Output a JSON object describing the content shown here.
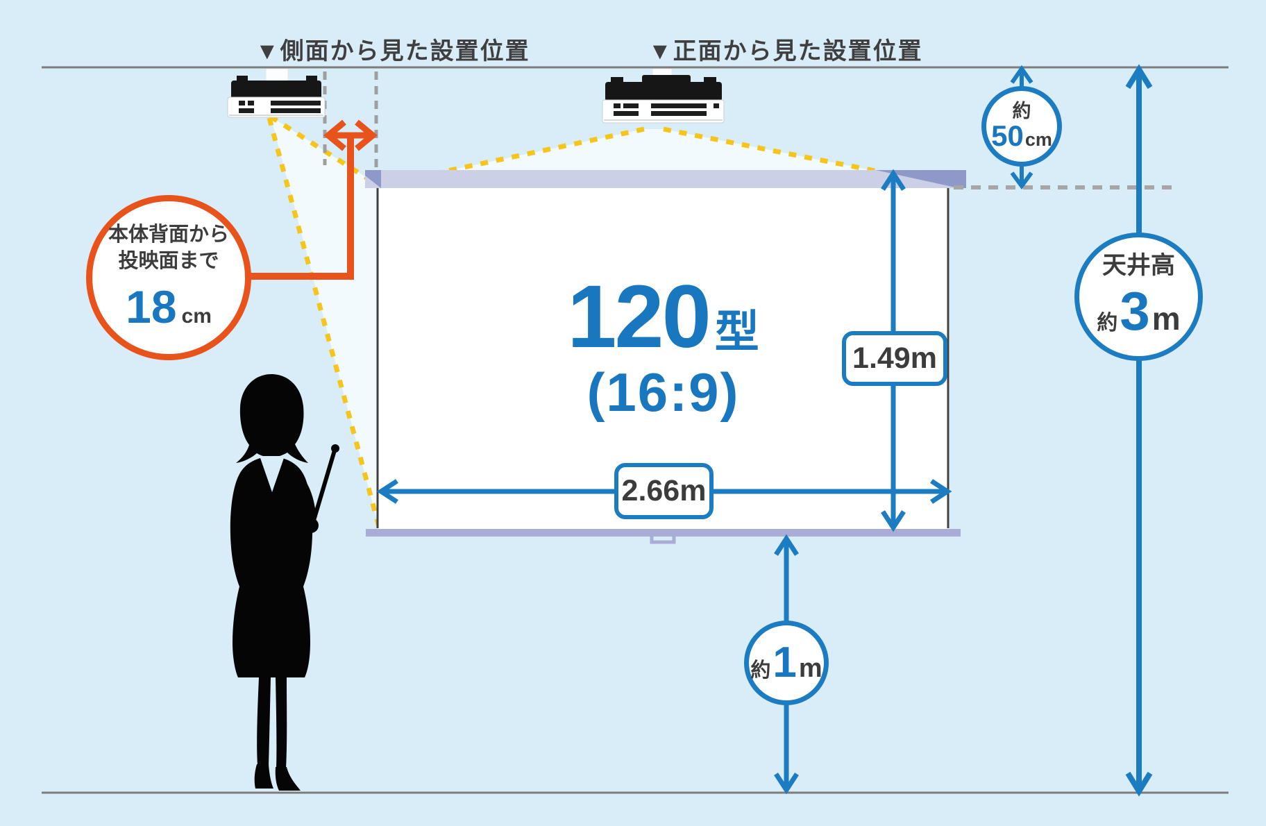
{
  "diagram": {
    "labels": {
      "side_view": "▼側面から見た設置位置",
      "front_view": "▼正面から見た設置位置"
    },
    "rear_distance_callout": {
      "line1": "本体背面から",
      "line2": "投映面まで",
      "value": "18",
      "unit": "cm"
    },
    "screen": {
      "size_value": "120",
      "size_suffix": "型",
      "aspect": "(16:9)",
      "height_label": "1.49m",
      "width_label": "2.66m"
    },
    "ceiling_gap_badge": {
      "prefix": "約",
      "value": "50",
      "unit": "cm"
    },
    "ceiling_height_badge": {
      "title": "天井高",
      "prefix": "約",
      "value": "3",
      "unit": "m"
    },
    "floor_gap_badge": {
      "prefix": "約",
      "value": "1",
      "unit": "m"
    },
    "icons": {
      "marker": "down-triangle",
      "projector": "ceiling-mounted-projector",
      "presenter": "woman-silhouette"
    },
    "colors": {
      "background": "#d9edf8",
      "beam_fill": "#f3fafd",
      "accent_blue": "#1b7cc2",
      "value_blue": "#1877be",
      "accent_orange": "#e8531c",
      "beam_yellow": "#f6c51b",
      "text_dark": "#3c3c3c",
      "line_gray": "#7c7c7c",
      "screen_case_light": "#ccd0e6",
      "screen_case_dark": "#8e98c9",
      "screen_case_bottom": "#a9add6"
    }
  }
}
